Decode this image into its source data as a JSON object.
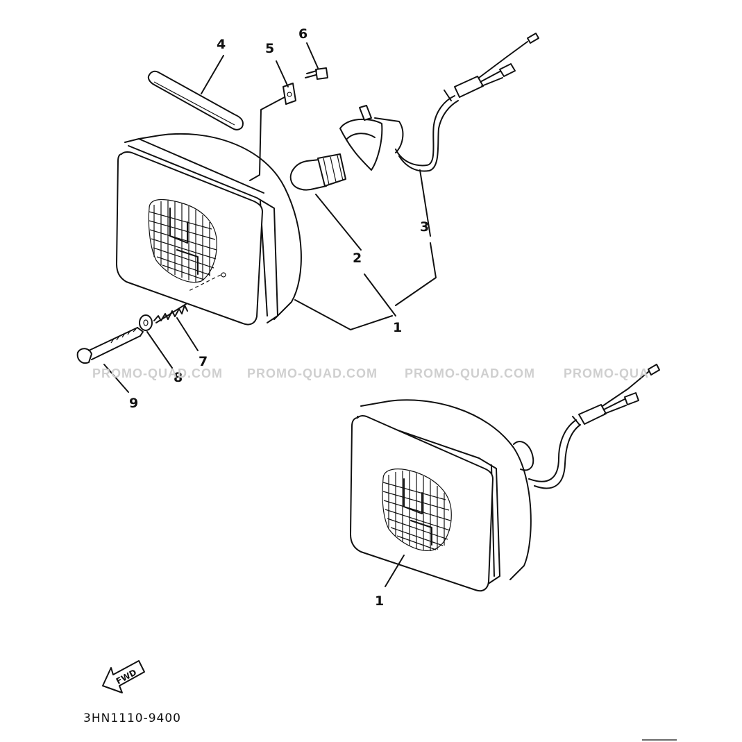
{
  "diagram": {
    "callouts": [
      {
        "id": "c1a",
        "label": "1"
      },
      {
        "id": "c1b",
        "label": "1"
      },
      {
        "id": "c2",
        "label": "2"
      },
      {
        "id": "c3",
        "label": "3"
      },
      {
        "id": "c4",
        "label": "4"
      },
      {
        "id": "c5",
        "label": "5"
      },
      {
        "id": "c6",
        "label": "6"
      },
      {
        "id": "c7",
        "label": "7"
      },
      {
        "id": "c8",
        "label": "8"
      },
      {
        "id": "c9",
        "label": "9"
      }
    ],
    "watermarks": [
      "PROMO-QUAD.COM",
      "PROMO-QUAD.COM",
      "PROMO-QUAD.COM",
      "PROMO-QUA"
    ],
    "fwd_label": "FWD",
    "part_code": "3HN1110-9400"
  }
}
